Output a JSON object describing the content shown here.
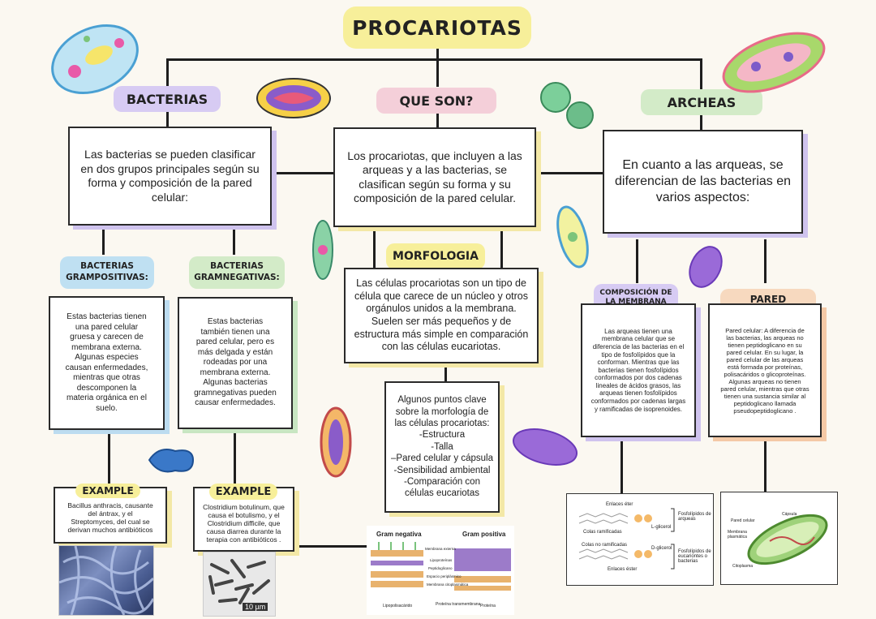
{
  "title": "PROCARIOTAS",
  "headings": {
    "bacterias": "BACTERIAS",
    "que_son": "QUE SON?",
    "archeas": "ARCHEAS",
    "morfologia": "MORFOLOGIA",
    "grampositivas": "BACTERIAS\nGRAMPOSITIVAS:",
    "gramnegativas": "BACTERIAS\nGRAMNEGATIVAS:",
    "composicion": "COMPOSICIÓN DE\nLA MEMBRANA\nPLASMÁTICA:",
    "pared": "PARED\nCELULAR:",
    "example1": "EXAMPLE",
    "example2": "EXAMPLE"
  },
  "texts": {
    "bacterias_box": "Las bacterias se pueden clasificar\nen dos grupos principales según su\nforma y composición de la pared\ncelular:",
    "que_son_box": "Los procariotas, que incluyen a las\narqueas y a las bacterias, se\nclasifican según su forma y su\ncomposición de la pared celular.",
    "archeas_box": "En cuanto a las arqueas, se\ndiferencian de las bacterias en\nvarios aspectos:",
    "morfologia_box": "Las células procariotas son un tipo de\ncélula que carece de un núcleo y otros\norgánulos unidos a la membrana.\nSuelen ser más pequeños y de\nestructura más simple en comparación\ncon las células eucariotas.",
    "grampositivas_box": "Estas bacterias tienen\nuna pared celular\ngruesa y carecen de\nmembrana externa.\nAlgunas especies\ncausan enfermedades,\nmientras que otras\ndescomponen la\nmateria orgánica en el\nsuelo.",
    "gramnegativas_box": "Estas bacterias\ntambién tienen una\npared celular, pero es\nmás delgada y están\nrodeadas por una\nmembrana externa.\nAlgunas bacterias\ngramnegativas pueden\ncausar enfermedades.",
    "puntos_box": "Algunos puntos clave\nsobre la morfología de\nlas células procariotas:\n-Estructura\n-Talla\n–Pared celular y cápsula\n-Sensibilidad ambiental\n-Comparación con\ncélulas eucariotas",
    "composicion_box": "Las arqueas tienen una\nmembrana celular que se\ndiferencia de las bacterias en el\ntipo de fosfolípidos que la\nconforman. Mientras que las\nbacterias tienen fosfolípidos\nconformados por dos cadenas\nlineales de ácidos grasos, las\narqueas tienen fosfolípidos\nconformados por cadenas largas\ny ramificadas de isoprenoides.",
    "pared_box": "Pared celular: A diferencia de\nlas bacterias, las arqueas no\ntienen peptidoglicano en su\npared celular. En su lugar, la\npared celular de las arqueas\nestá formada por proteínas,\npolisacáridos o glicoproteínas.\nAlgunas arqueas no tienen\npared celular, mientras que otras\ntienen una sustancia similar al\npeptidoglicano llamada\npseudopeptidoglicano .",
    "example1_box": "Bacillus anthracis, causante\ndel ántrax, y el\nStreptomyces, del cual se\nderivan muchos antibióticos",
    "example2_box": "Clostridium botulinum, que\ncausa el botulismo, y el\nClostridium difficile, que\ncausa diarrea durante la\nterapia con antibióticos ."
  },
  "gram_figure": {
    "left_title": "Gram negativa",
    "right_title": "Gram positiva",
    "labels": [
      "Membrana externa",
      "Lipoproteínas",
      "Peptidoglicano",
      "Espacio periplásmico",
      "Membrana citoplasmática"
    ],
    "legend": [
      "Lipopolisacárido",
      "Proteína transmembrana",
      "Proteína"
    ]
  },
  "membrane_figure": {
    "labels": [
      "Enlaces éter",
      "Colas ramificadas",
      "L-glicerol",
      "Fosfolípidos de arqueas",
      "Colas no ramificadas",
      "D-glicerol",
      "Enlaces éster",
      "Fosfolípidos de eucariontes o bacterias"
    ]
  },
  "cell_figure": {
    "labels": [
      "Pared celular",
      "Cápsula",
      "Membrana plasmática",
      "Citoplasma"
    ]
  },
  "micro_scale": "10 µm",
  "colors": {
    "title_bg": "#f7ef9a",
    "bacterias_bg": "#d7cbf3",
    "que_son_bg": "#f4cfd9",
    "archeas_bg": "#d3ebc8",
    "morfologia_bg": "#f7ef9a",
    "gram_pos_bg": "#bfe0f2",
    "gram_neg_bg": "#d3ebc8",
    "comp_bg": "#d7cbf3",
    "pared_bg": "#f7d9bf",
    "example_bg": "#f7ef9a"
  }
}
